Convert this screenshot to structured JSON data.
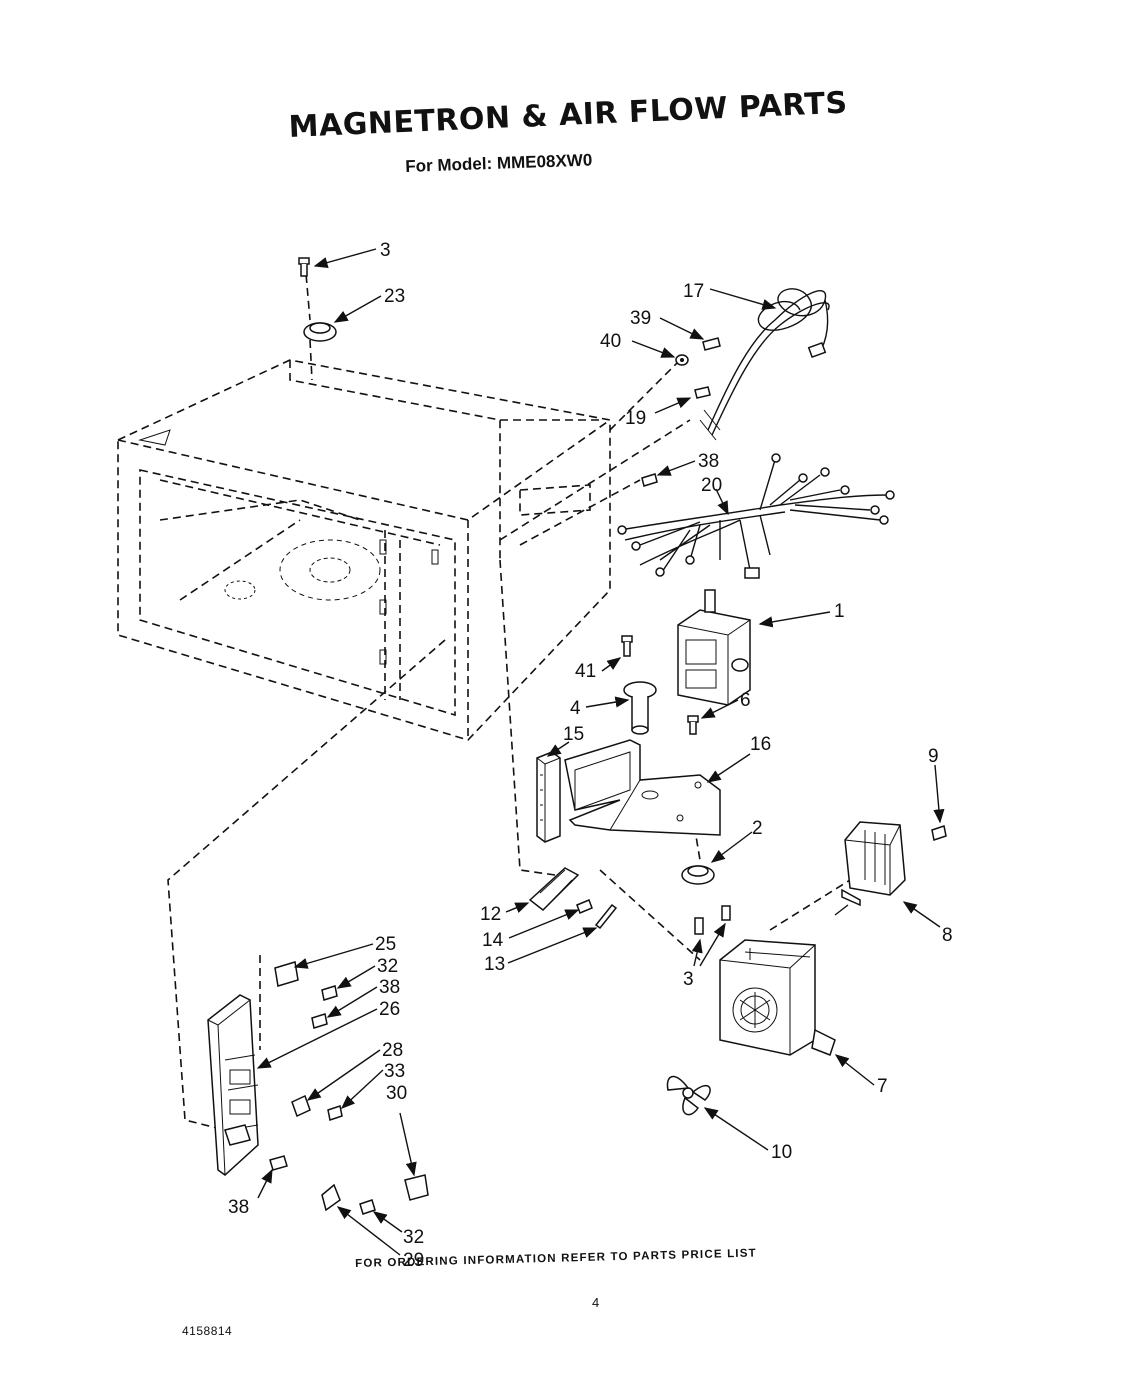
{
  "title": "MAGNETRON & AIR FLOW PARTS",
  "subtitle": "For Model: MME08XW0",
  "footer_note": "FOR ORDERING INFORMATION REFER TO PARTS PRICE LIST",
  "page_number": "4",
  "document_number": "4158814",
  "callouts": {
    "c3a": "3",
    "c23": "23",
    "c17": "17",
    "c39": "39",
    "c40": "40",
    "c19": "19",
    "c38a": "38",
    "c20": "20",
    "c1": "1",
    "c41": "41",
    "c4": "4",
    "c6": "6",
    "c15": "15",
    "c16": "16",
    "c9": "9",
    "c2": "2",
    "c8": "8",
    "c12": "12",
    "c14": "14",
    "c13": "13",
    "c3b": "3",
    "c25": "25",
    "c32a": "32",
    "c38b": "38",
    "c26": "26",
    "c28": "28",
    "c33": "33",
    "c30": "30",
    "c7": "7",
    "c10": "10",
    "c38c": "38",
    "c32b": "32",
    "c29": "29"
  }
}
